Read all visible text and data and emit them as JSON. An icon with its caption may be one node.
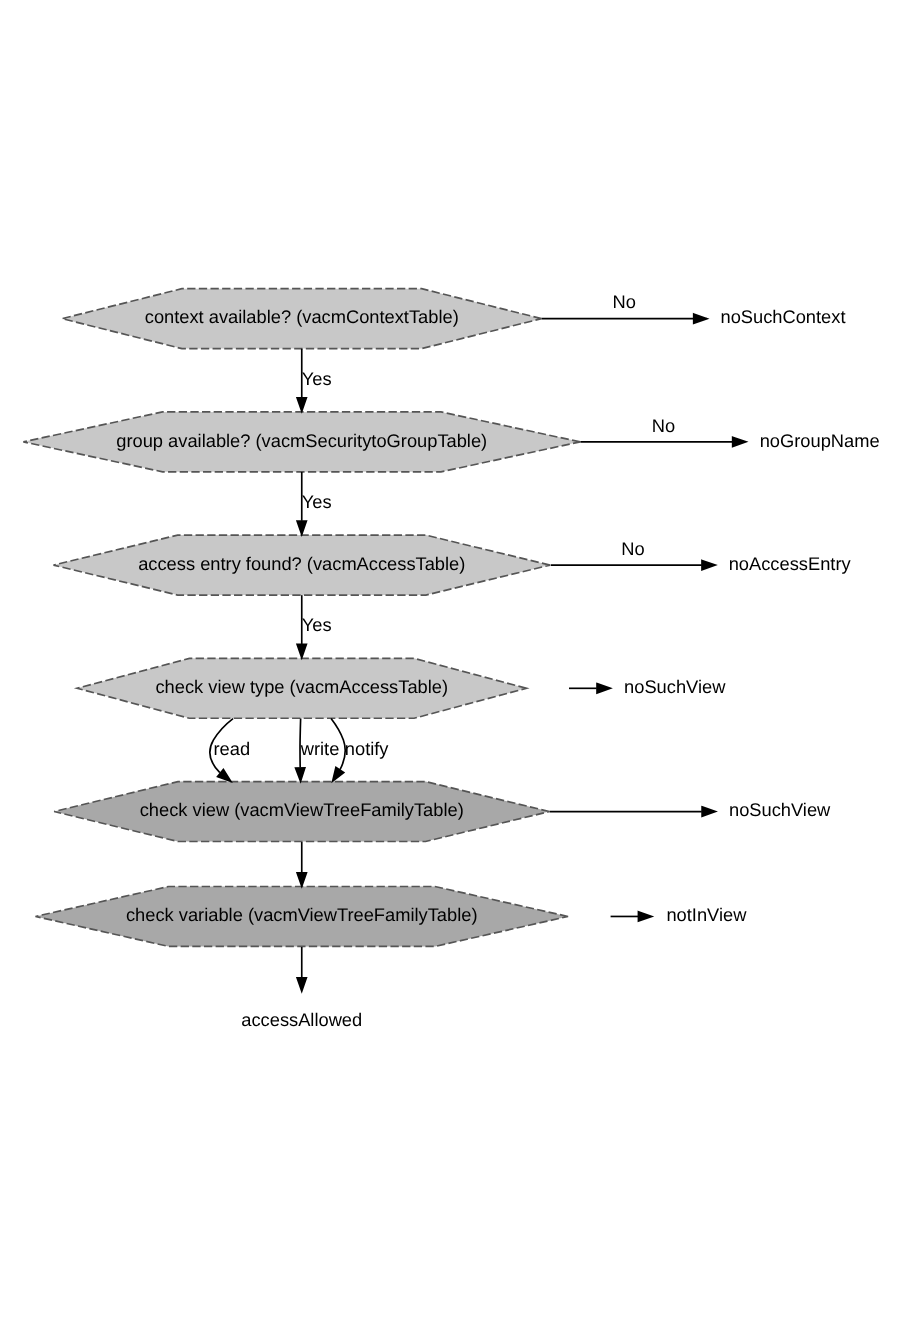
{
  "diagram": {
    "nodes": [
      {
        "text": [
          "context available? (vacmContextTable)"
        ]
      },
      {
        "text": [
          "group available? (vacmSecuritytoGroupTable)"
        ]
      },
      {
        "text": [
          "access entry found? (vacmAccessTable)"
        ]
      },
      {
        "text": [
          "check view type (vacmAccessTable)"
        ]
      },
      {
        "text": [
          "check view (vacmViewTreeFamilyTable)"
        ]
      },
      {
        "text": [
          "check variable (vacmViewTreeFamilyTable)"
        ]
      },
      {
        "text": [
          "noSuchContext"
        ]
      },
      {
        "text": [
          "noGroupName"
        ]
      },
      {
        "text": [
          "noAccessEntry"
        ]
      },
      {
        "text": [
          "noSuchView"
        ]
      },
      {
        "text": [
          "noSuchView"
        ]
      },
      {
        "text": [
          "notInView"
        ]
      },
      {
        "text": [
          "accessAllowed"
        ]
      }
    ],
    "edges": [
      {
        "from": 0,
        "to": 6,
        "arrow": "to",
        "label": "No"
      },
      {
        "from": 0,
        "to": 1,
        "arrow": "to",
        "label": "Yes"
      },
      {
        "from": 1,
        "to": 7,
        "arrow": "to",
        "label": "No"
      },
      {
        "from": 1,
        "to": 2,
        "arrow": "to",
        "label": "Yes"
      },
      {
        "from": 2,
        "to": 8,
        "arrow": "to",
        "label": "No"
      },
      {
        "from": 2,
        "to": 3,
        "arrow": "to",
        "label": "Yes"
      },
      {
        "from": null,
        "to": 9,
        "arrow": "to"
      },
      {
        "from": 3,
        "to": 4,
        "arrow": "to",
        "label": "read"
      },
      {
        "from": 3,
        "to": 4,
        "arrow": "to",
        "label": "write"
      },
      {
        "from": 3,
        "to": 4,
        "arrow": "to",
        "label": "notify"
      },
      {
        "from": 4,
        "to": 10,
        "arrow": "to"
      },
      {
        "from": 4,
        "to": 5,
        "arrow": "to"
      },
      {
        "from": null,
        "to": 11,
        "arrow": "to"
      },
      {
        "from": 5,
        "to": 12,
        "arrow": "to"
      }
    ]
  }
}
